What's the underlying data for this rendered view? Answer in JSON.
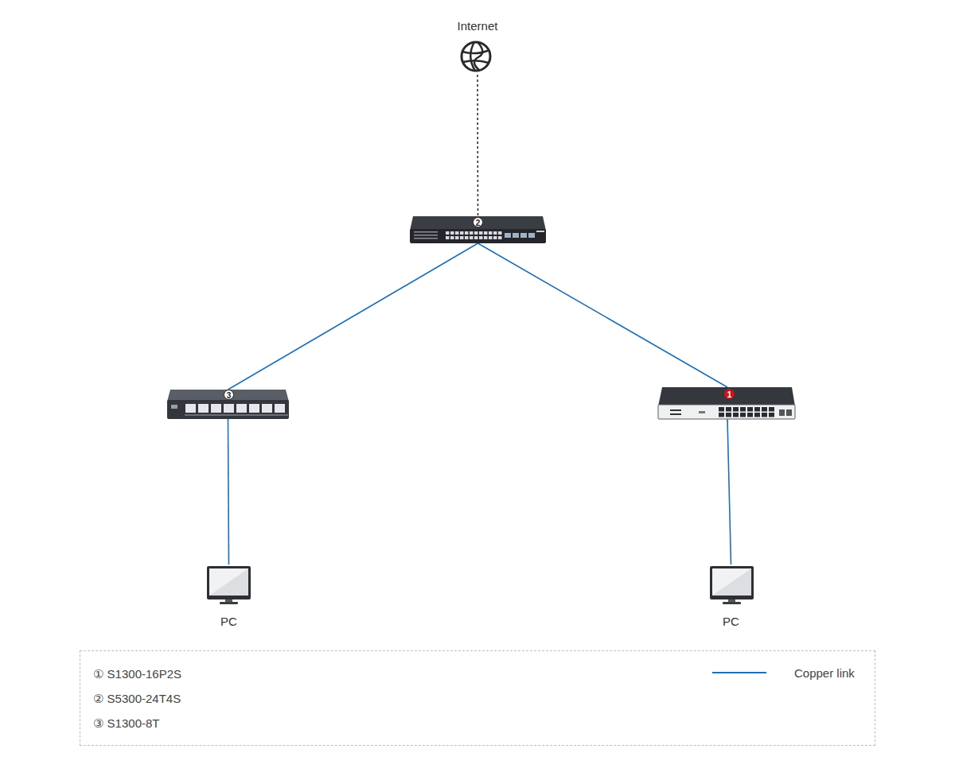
{
  "diagram": {
    "nodes": [
      {
        "text": [
          "Internet"
        ]
      },
      {
        "text": [
          "2"
        ]
      },
      {
        "text": [
          "3"
        ]
      },
      {
        "text": [
          "1"
        ]
      },
      {
        "text": [
          "PC"
        ]
      },
      {
        "text": [
          "PC"
        ]
      }
    ],
    "edges": [
      {
        "from": 0,
        "to": 1,
        "arrow": "none"
      },
      {
        "from": 1,
        "to": 2,
        "arrow": "none"
      },
      {
        "from": 1,
        "to": 3,
        "arrow": "none"
      },
      {
        "from": 2,
        "to": 4,
        "arrow": "none"
      },
      {
        "from": 3,
        "to": 5,
        "arrow": "none"
      }
    ],
    "legend": [
      {
        "text": "① S1300-16P2S"
      },
      {
        "text": "② S5300-24T4S"
      },
      {
        "text": "③ S1300-8T"
      },
      {
        "text": "Copper link"
      }
    ]
  }
}
